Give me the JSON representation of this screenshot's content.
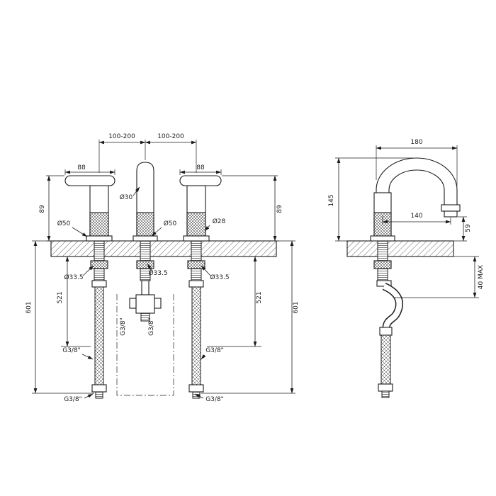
{
  "page": {
    "background": "#ffffff",
    "ink": "#1c1c1c"
  },
  "drawing": {
    "type": "faucet-technical-drawing",
    "front": {
      "dim_spacing_left": "100-200",
      "dim_spacing_right": "100-200",
      "dim_lever_left": "88",
      "dim_lever_right": "88",
      "dim_spout_tube": "Ø30",
      "dim_handle_base_left": "Ø50",
      "dim_spout_base": "Ø50",
      "dim_handle_right": "Ø28",
      "dim_height_left": "89",
      "dim_height_right": "89",
      "dim_shank_left": "Ø33.5",
      "dim_shank_center": "Ø33.5",
      "dim_shank_right": "Ø33.5",
      "dim_hose_left": "521",
      "dim_hose_right": "521",
      "dim_total_left": "601",
      "dim_total_right": "601",
      "thread_tee_left": "G3/8\"",
      "thread_tee_right": "G3/8\"",
      "thread_hose_left": "G3/8\"",
      "thread_hose_right": "G3/8\"",
      "thread_end_left": "G3/8\"",
      "thread_end_right": "G3/8\""
    },
    "side": {
      "dim_reach": "180",
      "dim_height": "145",
      "dim_outlet_offset": "140",
      "dim_outlet_height": "59",
      "dim_deck_max": "40 MAX"
    }
  }
}
